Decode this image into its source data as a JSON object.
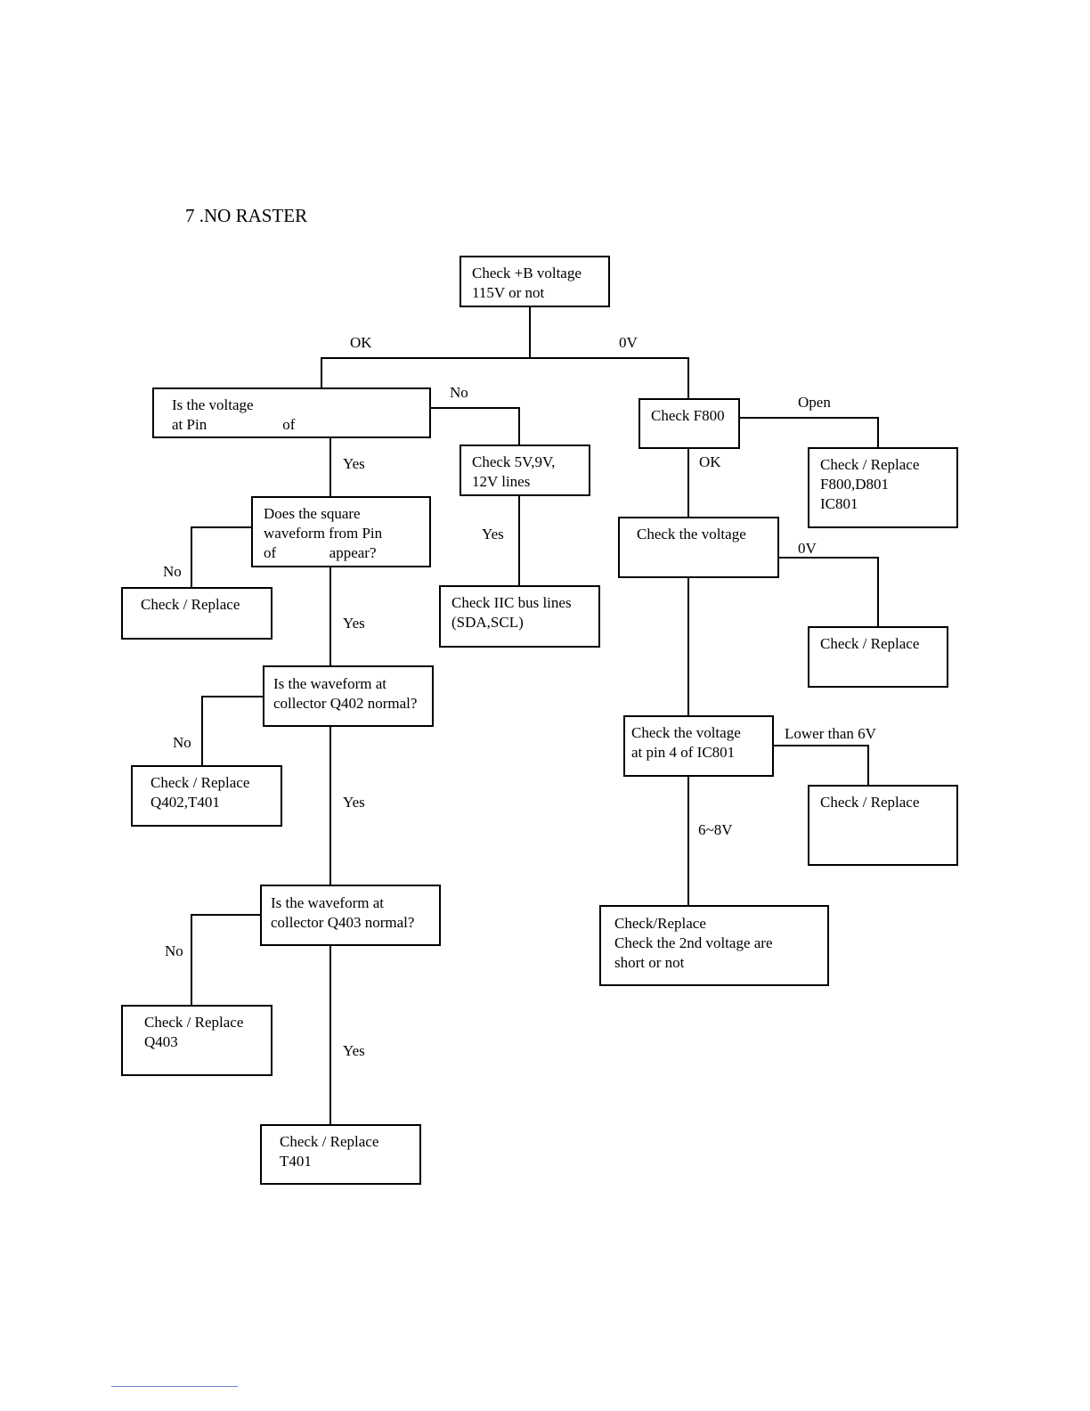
{
  "title": "7 .NO RASTER",
  "boxes": {
    "check_b_voltage": [
      "Check +B voltage",
      "115V or not"
    ],
    "is_voltage_at_pin": [
      "Is the voltage",
      "at Pin                    of"
    ],
    "check_f800": [
      "Check F800"
    ],
    "check_5v9v12v": [
      "Check 5V,9V,",
      "12V lines"
    ],
    "check_replace_f800": [
      "Check / Replace",
      "F800,D801",
      "IC801"
    ],
    "square_waveform": [
      "Does the square",
      "waveform from Pin",
      "of              appear?"
    ],
    "check_replace_1": [
      "Check / Replace"
    ],
    "check_iic": [
      "Check IIC bus lines",
      "(SDA,SCL)"
    ],
    "check_the_voltage": [
      "Check the voltage"
    ],
    "check_replace_2": [
      "Check / Replace"
    ],
    "waveform_q402": [
      "Is the waveform at",
      "collector Q402 normal?"
    ],
    "check_replace_q402": [
      "Check / Replace",
      "Q402,T401"
    ],
    "check_voltage_pin4": [
      "Check the voltage",
      "at pin 4 of IC801"
    ],
    "check_replace_3": [
      "Check / Replace"
    ],
    "waveform_q403": [
      "Is the waveform at",
      "collector Q403 normal?"
    ],
    "check_replace_2nd": [
      "Check/Replace",
      "Check the 2nd voltage are",
      "short or not"
    ],
    "check_replace_q403": [
      "Check / Replace",
      "Q403"
    ],
    "check_replace_t401": [
      "Check / Replace",
      "T401"
    ]
  },
  "labels": {
    "ok_left": "OK",
    "zero_v_right": "0V",
    "no_pin": "No",
    "open": "Open",
    "yes_1": "Yes",
    "ok_f800": "OK",
    "yes_iic": "Yes",
    "zero_v_voltage": "0V",
    "no_square": "No",
    "yes_2": "Yes",
    "no_q402": "No",
    "lower_than_6v": "Lower than 6V",
    "yes_3": "Yes",
    "range_6_8v": "6~8V",
    "no_q403": "No",
    "yes_4": "Yes"
  }
}
